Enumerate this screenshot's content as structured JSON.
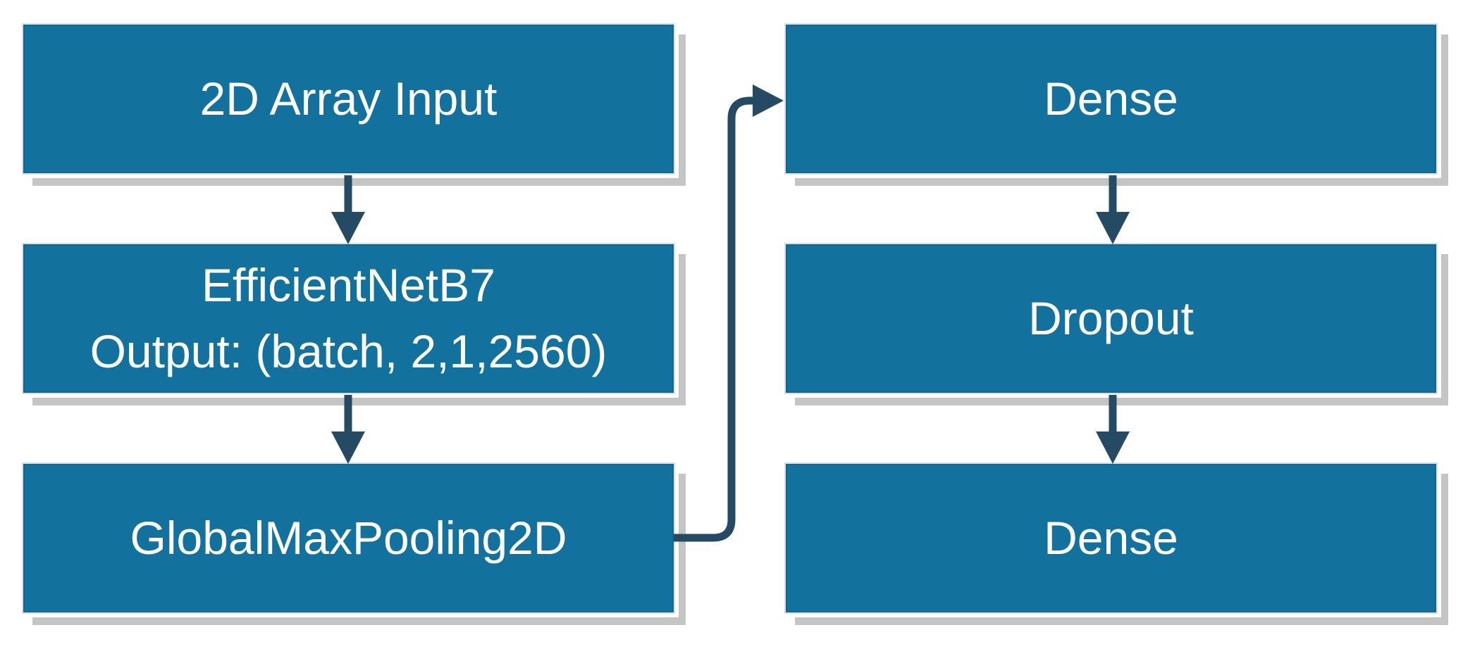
{
  "diagram": {
    "type": "flowchart",
    "description": "Neural network model architecture diagram",
    "colors": {
      "box_fill": "#12719D",
      "box_border": "#CDE4F0",
      "box_shadow": "#C5C5C5",
      "arrow": "#254A63",
      "text": "#FFFFFF",
      "background": "#FFFFFF"
    },
    "nodes": {
      "input": {
        "id": "input",
        "lines": [
          "2D Array Input"
        ]
      },
      "backbone": {
        "id": "backbone",
        "lines": [
          "EfficientNetB7",
          "Output: (batch, 2,1,2560)"
        ]
      },
      "pooling": {
        "id": "pooling",
        "lines": [
          "GlobalMaxPooling2D"
        ]
      },
      "dense1": {
        "id": "dense1",
        "lines": [
          "Dense"
        ]
      },
      "dropout": {
        "id": "dropout",
        "lines": [
          "Dropout"
        ]
      },
      "dense2": {
        "id": "dense2",
        "lines": [
          "Dense"
        ]
      }
    },
    "connections": [
      {
        "from": "input",
        "to": "backbone",
        "style": "straight-down-arrow"
      },
      {
        "from": "backbone",
        "to": "pooling",
        "style": "straight-down-arrow"
      },
      {
        "from": "pooling",
        "to": "dense1",
        "style": "elbow-up-right-arrow"
      },
      {
        "from": "dense1",
        "to": "dropout",
        "style": "straight-down-arrow"
      },
      {
        "from": "dropout",
        "to": "dense2",
        "style": "straight-down-arrow"
      }
    ]
  }
}
